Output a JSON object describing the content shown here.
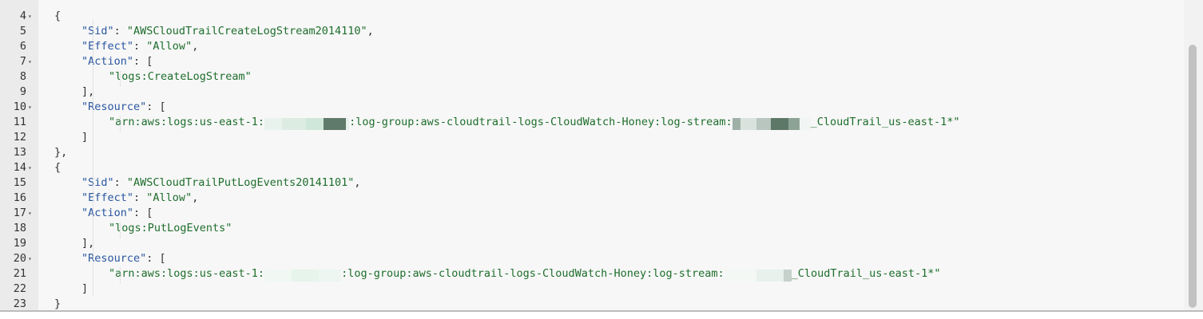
{
  "editor": {
    "lines": [
      {
        "num": "4",
        "fold": true,
        "indent": 1,
        "parts": [
          {
            "t": "p",
            "v": "{"
          }
        ]
      },
      {
        "num": "5",
        "fold": false,
        "indent": 2,
        "parts": [
          {
            "t": "k",
            "v": "\"Sid\""
          },
          {
            "t": "p",
            "v": ": "
          },
          {
            "t": "s",
            "v": "\"AWSCloudTrailCreateLogStream2014110\""
          },
          {
            "t": "p",
            "v": ","
          }
        ]
      },
      {
        "num": "6",
        "fold": false,
        "indent": 2,
        "parts": [
          {
            "t": "k",
            "v": "\"Effect\""
          },
          {
            "t": "p",
            "v": ": "
          },
          {
            "t": "s",
            "v": "\"Allow\""
          },
          {
            "t": "p",
            "v": ","
          }
        ]
      },
      {
        "num": "7",
        "fold": true,
        "indent": 2,
        "parts": [
          {
            "t": "k",
            "v": "\"Action\""
          },
          {
            "t": "p",
            "v": ": ["
          }
        ]
      },
      {
        "num": "8",
        "fold": false,
        "indent": 3,
        "parts": [
          {
            "t": "s",
            "v": "\"logs:CreateLogStream\""
          }
        ]
      },
      {
        "num": "9",
        "fold": false,
        "indent": 2,
        "parts": [
          {
            "t": "p",
            "v": "],"
          }
        ]
      },
      {
        "num": "10",
        "fold": true,
        "indent": 2,
        "parts": [
          {
            "t": "k",
            "v": "\"Resource\""
          },
          {
            "t": "p",
            "v": ": ["
          }
        ]
      },
      {
        "num": "11",
        "fold": false,
        "indent": 3,
        "parts": [
          {
            "t": "s",
            "v": "\"arn:aws:logs:us-east-1:"
          },
          {
            "t": "r",
            "v": "a"
          },
          {
            "t": "s",
            "v": ":log-group:aws-cloudtrail-logs-CloudWatch-Honey:log-stream:"
          },
          {
            "t": "r",
            "v": "b"
          },
          {
            "t": "s",
            "v": "_CloudTrail_us-east-1*\""
          }
        ]
      },
      {
        "num": "12",
        "fold": false,
        "indent": 2,
        "parts": [
          {
            "t": "p",
            "v": "]"
          }
        ]
      },
      {
        "num": "13",
        "fold": false,
        "indent": 1,
        "parts": [
          {
            "t": "p",
            "v": "},"
          }
        ]
      },
      {
        "num": "14",
        "fold": true,
        "indent": 1,
        "parts": [
          {
            "t": "p",
            "v": "{"
          }
        ]
      },
      {
        "num": "15",
        "fold": false,
        "indent": 2,
        "parts": [
          {
            "t": "k",
            "v": "\"Sid\""
          },
          {
            "t": "p",
            "v": ": "
          },
          {
            "t": "s",
            "v": "\"AWSCloudTrailPutLogEvents20141101\""
          },
          {
            "t": "p",
            "v": ","
          }
        ]
      },
      {
        "num": "16",
        "fold": false,
        "indent": 2,
        "parts": [
          {
            "t": "k",
            "v": "\"Effect\""
          },
          {
            "t": "p",
            "v": ": "
          },
          {
            "t": "s",
            "v": "\"Allow\""
          },
          {
            "t": "p",
            "v": ","
          }
        ]
      },
      {
        "num": "17",
        "fold": true,
        "indent": 2,
        "parts": [
          {
            "t": "k",
            "v": "\"Action\""
          },
          {
            "t": "p",
            "v": ": ["
          }
        ]
      },
      {
        "num": "18",
        "fold": false,
        "indent": 3,
        "parts": [
          {
            "t": "s",
            "v": "\"logs:PutLogEvents\""
          }
        ]
      },
      {
        "num": "19",
        "fold": false,
        "indent": 2,
        "parts": [
          {
            "t": "p",
            "v": "],"
          }
        ]
      },
      {
        "num": "20",
        "fold": true,
        "indent": 2,
        "parts": [
          {
            "t": "k",
            "v": "\"Resource\""
          },
          {
            "t": "p",
            "v": ": ["
          }
        ]
      },
      {
        "num": "21",
        "fold": false,
        "indent": 3,
        "parts": [
          {
            "t": "s",
            "v": "\"arn:aws:logs:us-east-1:"
          },
          {
            "t": "r",
            "v": "c"
          },
          {
            "t": "s",
            "v": ":log-group:aws-cloudtrail-logs-CloudWatch-Honey:log-stream:"
          },
          {
            "t": "r",
            "v": "d"
          },
          {
            "t": "s",
            "v": "_CloudTrail_us-east-1*\""
          }
        ]
      },
      {
        "num": "22",
        "fold": false,
        "indent": 2,
        "parts": [
          {
            "t": "p",
            "v": "]"
          }
        ]
      },
      {
        "num": "23",
        "fold": false,
        "indent": 1,
        "parts": [
          {
            "t": "p",
            "v": "}"
          }
        ]
      }
    ]
  },
  "colors": {
    "key": "#2a56a0",
    "string": "#1e6e2c",
    "punct": "#333333",
    "gutter": "#ebebeb",
    "background": "#f7f7f7"
  },
  "icons": {
    "fold": "chevron-down-icon"
  }
}
